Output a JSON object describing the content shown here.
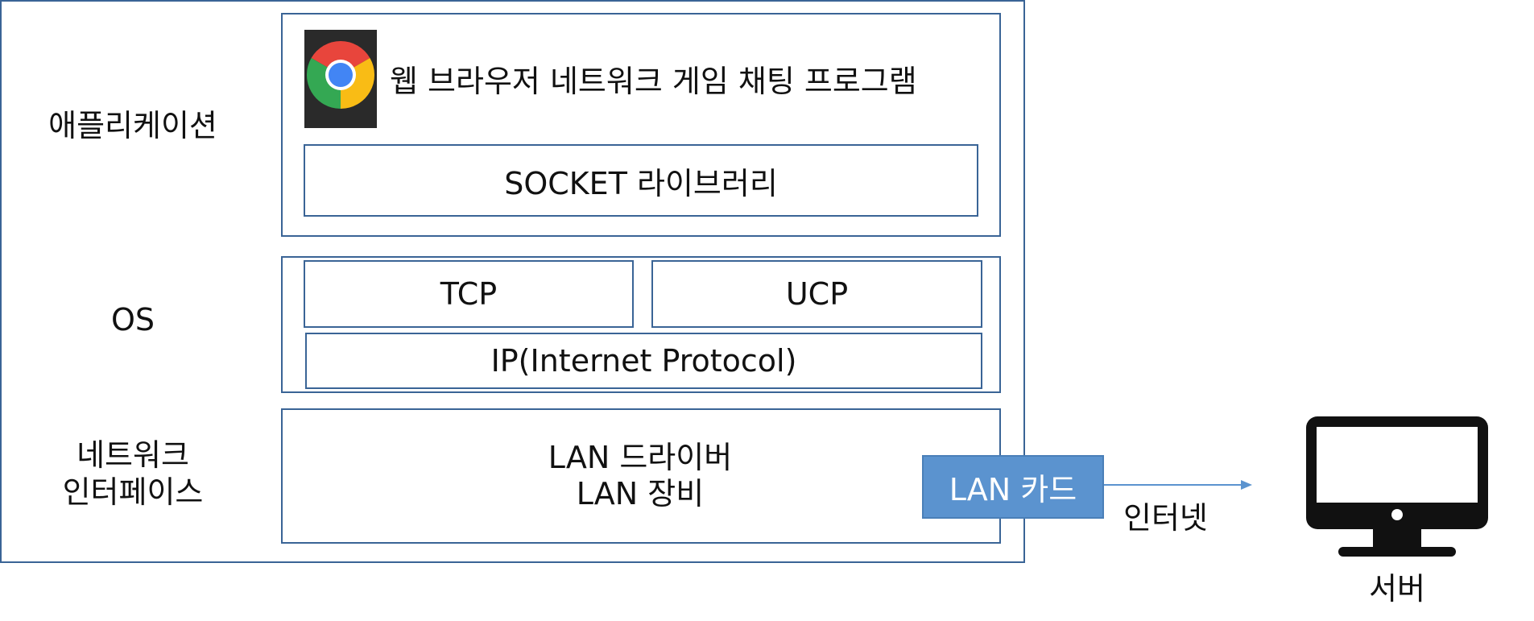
{
  "layers": {
    "application": "애플리케이션",
    "os": "OS",
    "network_line1": "네트워크",
    "network_line2": "인터페이스"
  },
  "apps": "웹 브라우저 네트워크 게임  채팅 프로그램",
  "socket": "SOCKET 라이브러리",
  "tcp": "TCP",
  "ucp": "UCP",
  "ip": "IP(Internet Protocol)",
  "lan_driver": "LAN 드라이버",
  "lan_device": "LAN 장비",
  "lan_card": "LAN 카드",
  "internet": "인터넷",
  "server": "서버",
  "colors": {
    "border": "#3a6496",
    "lan_card": "#5b93cf",
    "arrow": "#5b93cf",
    "monitor": "#111111"
  },
  "icons": {
    "browser": "chrome-icon",
    "server": "monitor-icon"
  }
}
